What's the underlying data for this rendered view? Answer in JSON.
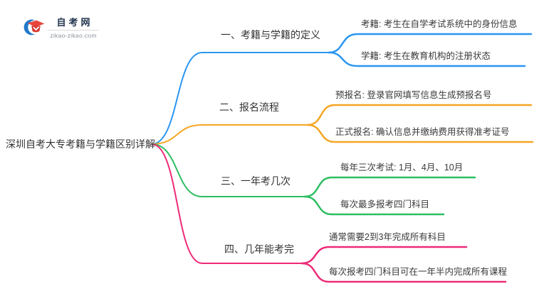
{
  "logo": {
    "site_name": "自考网",
    "site_url": "zikao-zikao.com",
    "icon_blue": "#2279C8",
    "icon_red": "#E8463C",
    "icon_red_dark": "#D93A31"
  },
  "root": {
    "label": "深圳自考大专考籍与学籍区别详解"
  },
  "branches": [
    {
      "label": "一、考籍与学籍的定义",
      "color": "#2B96F1",
      "children": [
        {
          "label": "考籍: 考生在自学考试系统中的身份信息"
        },
        {
          "label": "学籍: 考生在教育机构的注册状态"
        }
      ]
    },
    {
      "label": "二、报名流程",
      "color": "#F5A623",
      "children": [
        {
          "label": "预报名: 登录官网填写信息生成预报名号"
        },
        {
          "label": "正式报名: 确认信息并缴纳费用获得准考证号"
        }
      ]
    },
    {
      "label": "三、一年考几次",
      "color": "#2EBE62",
      "children": [
        {
          "label": "每年三次考试: 1月、4月、10月"
        },
        {
          "label": "每次最多报考四门科目"
        }
      ]
    },
    {
      "label": "四、几年能考完",
      "color": "#ED2B78",
      "children": [
        {
          "label": "通常需要2到3年完成所有科目"
        },
        {
          "label": "每次报考四门科目可在一年半内完成所有课程"
        }
      ]
    }
  ]
}
